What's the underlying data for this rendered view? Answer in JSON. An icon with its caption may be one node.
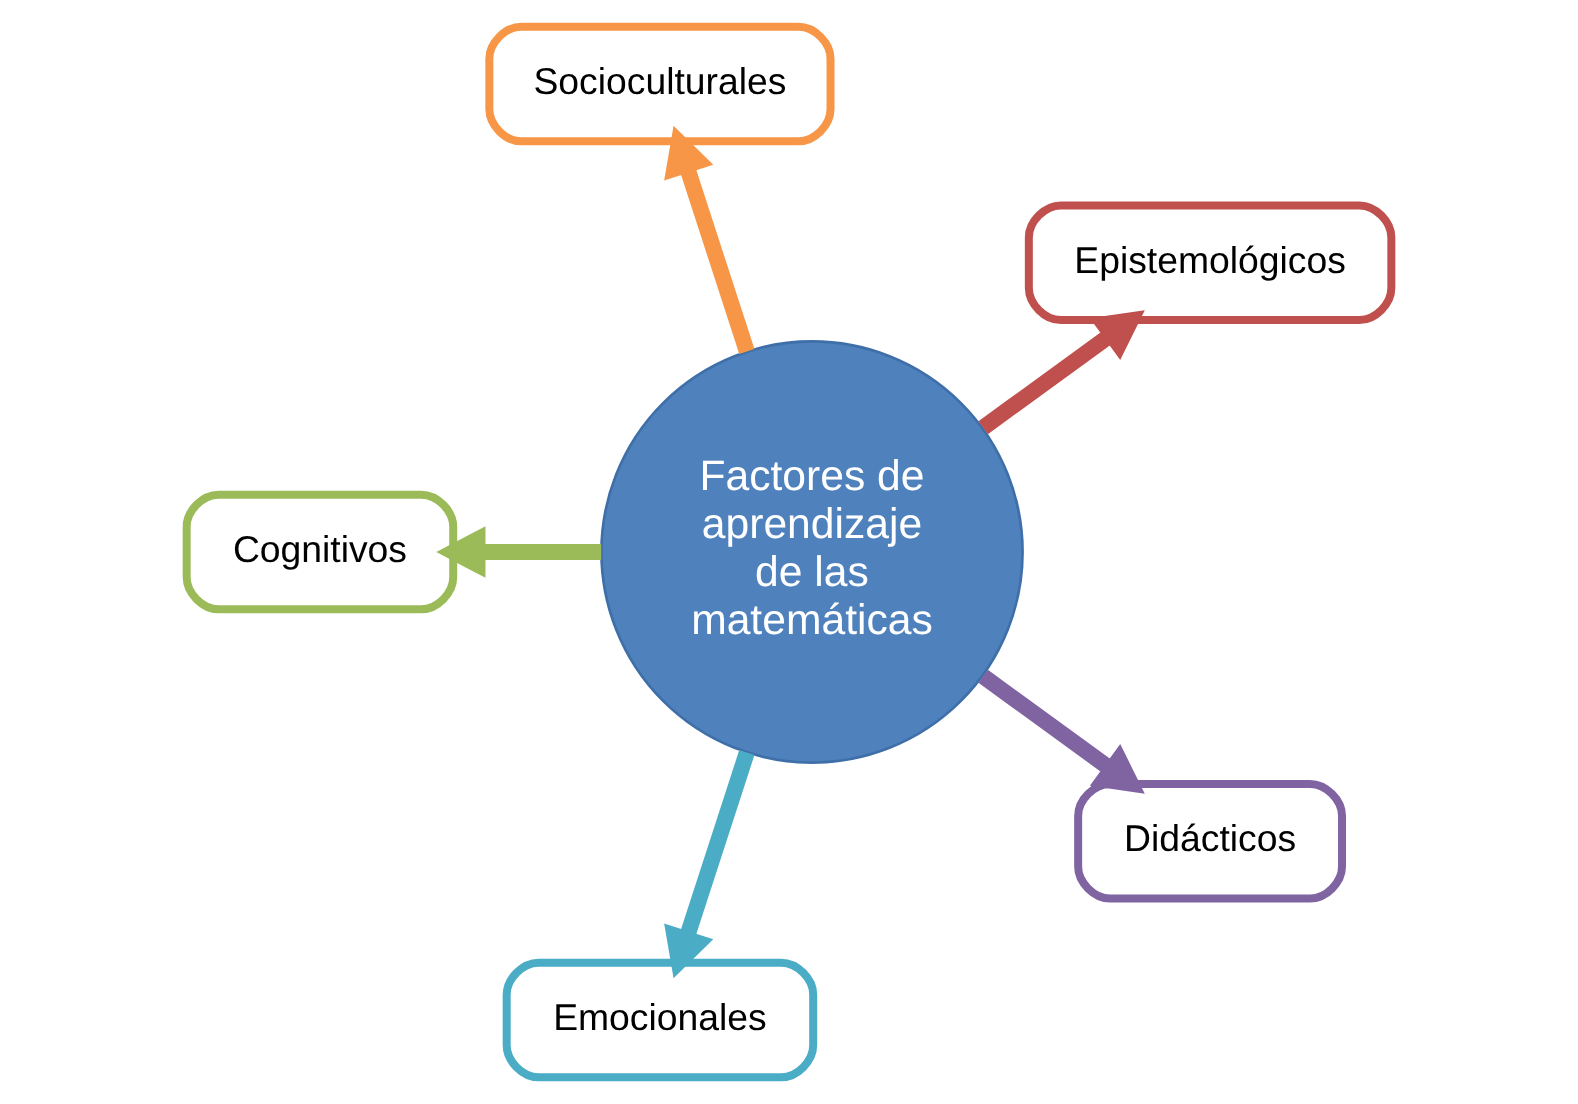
{
  "diagram": {
    "nodes": [
      {
        "text": [
          "Epistemológicos"
        ]
      },
      {
        "text": [
          "Socioculturales"
        ]
      },
      {
        "text": [
          "Cognitivos"
        ]
      },
      {
        "text": [
          "Factores de aprendizaje de las matemáticas"
        ]
      },
      {
        "text": [
          "Emocionales"
        ]
      },
      {
        "text": [
          "Didácticos"
        ]
      }
    ],
    "edges": [
      {
        "from": 3,
        "to": 0,
        "arrow": "to",
        "color": "#c0504d"
      },
      {
        "from": 3,
        "to": 1,
        "arrow": "to",
        "color": "#f79646"
      },
      {
        "from": 3,
        "to": 2,
        "arrow": "to",
        "color": "#9bbb59"
      },
      {
        "from": 3,
        "to": 4,
        "arrow": "to",
        "color": "#4bacc6"
      },
      {
        "from": 3,
        "to": 5,
        "arrow": "to",
        "color": "#8064a2"
      }
    ]
  }
}
